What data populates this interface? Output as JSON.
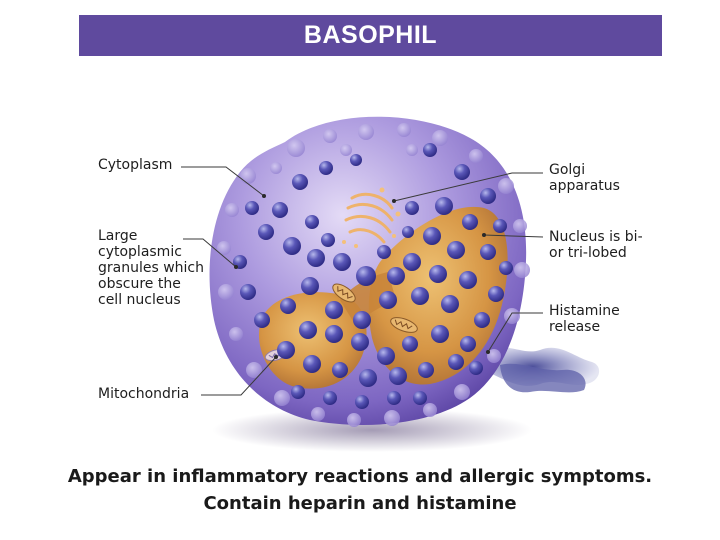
{
  "title": "BASOPHIL",
  "labels": {
    "cytoplasm": [
      "Cytoplasm"
    ],
    "granules": [
      "Large",
      "cytoplasmic",
      "granules which",
      "obscure the",
      "cell nucleus"
    ],
    "mitochondria": [
      "Mitochondria"
    ],
    "golgi": [
      "Golgi",
      "apparatus"
    ],
    "nucleus": [
      "Nucleus is bi-",
      "or tri-lobed"
    ],
    "histamine": [
      "Histamine",
      "release"
    ]
  },
  "caption": {
    "line1": "Appear in inflammatory reactions and allergic symptoms.",
    "line2": "Contain heparin and histamine"
  },
  "colors": {
    "title_bar": "#5f4a9e",
    "cell": "#9a86d2",
    "nucleus": "#d99a3e",
    "granule": "#4b49a6",
    "golgi": "#f0b265",
    "histamine": "#5458a0"
  }
}
